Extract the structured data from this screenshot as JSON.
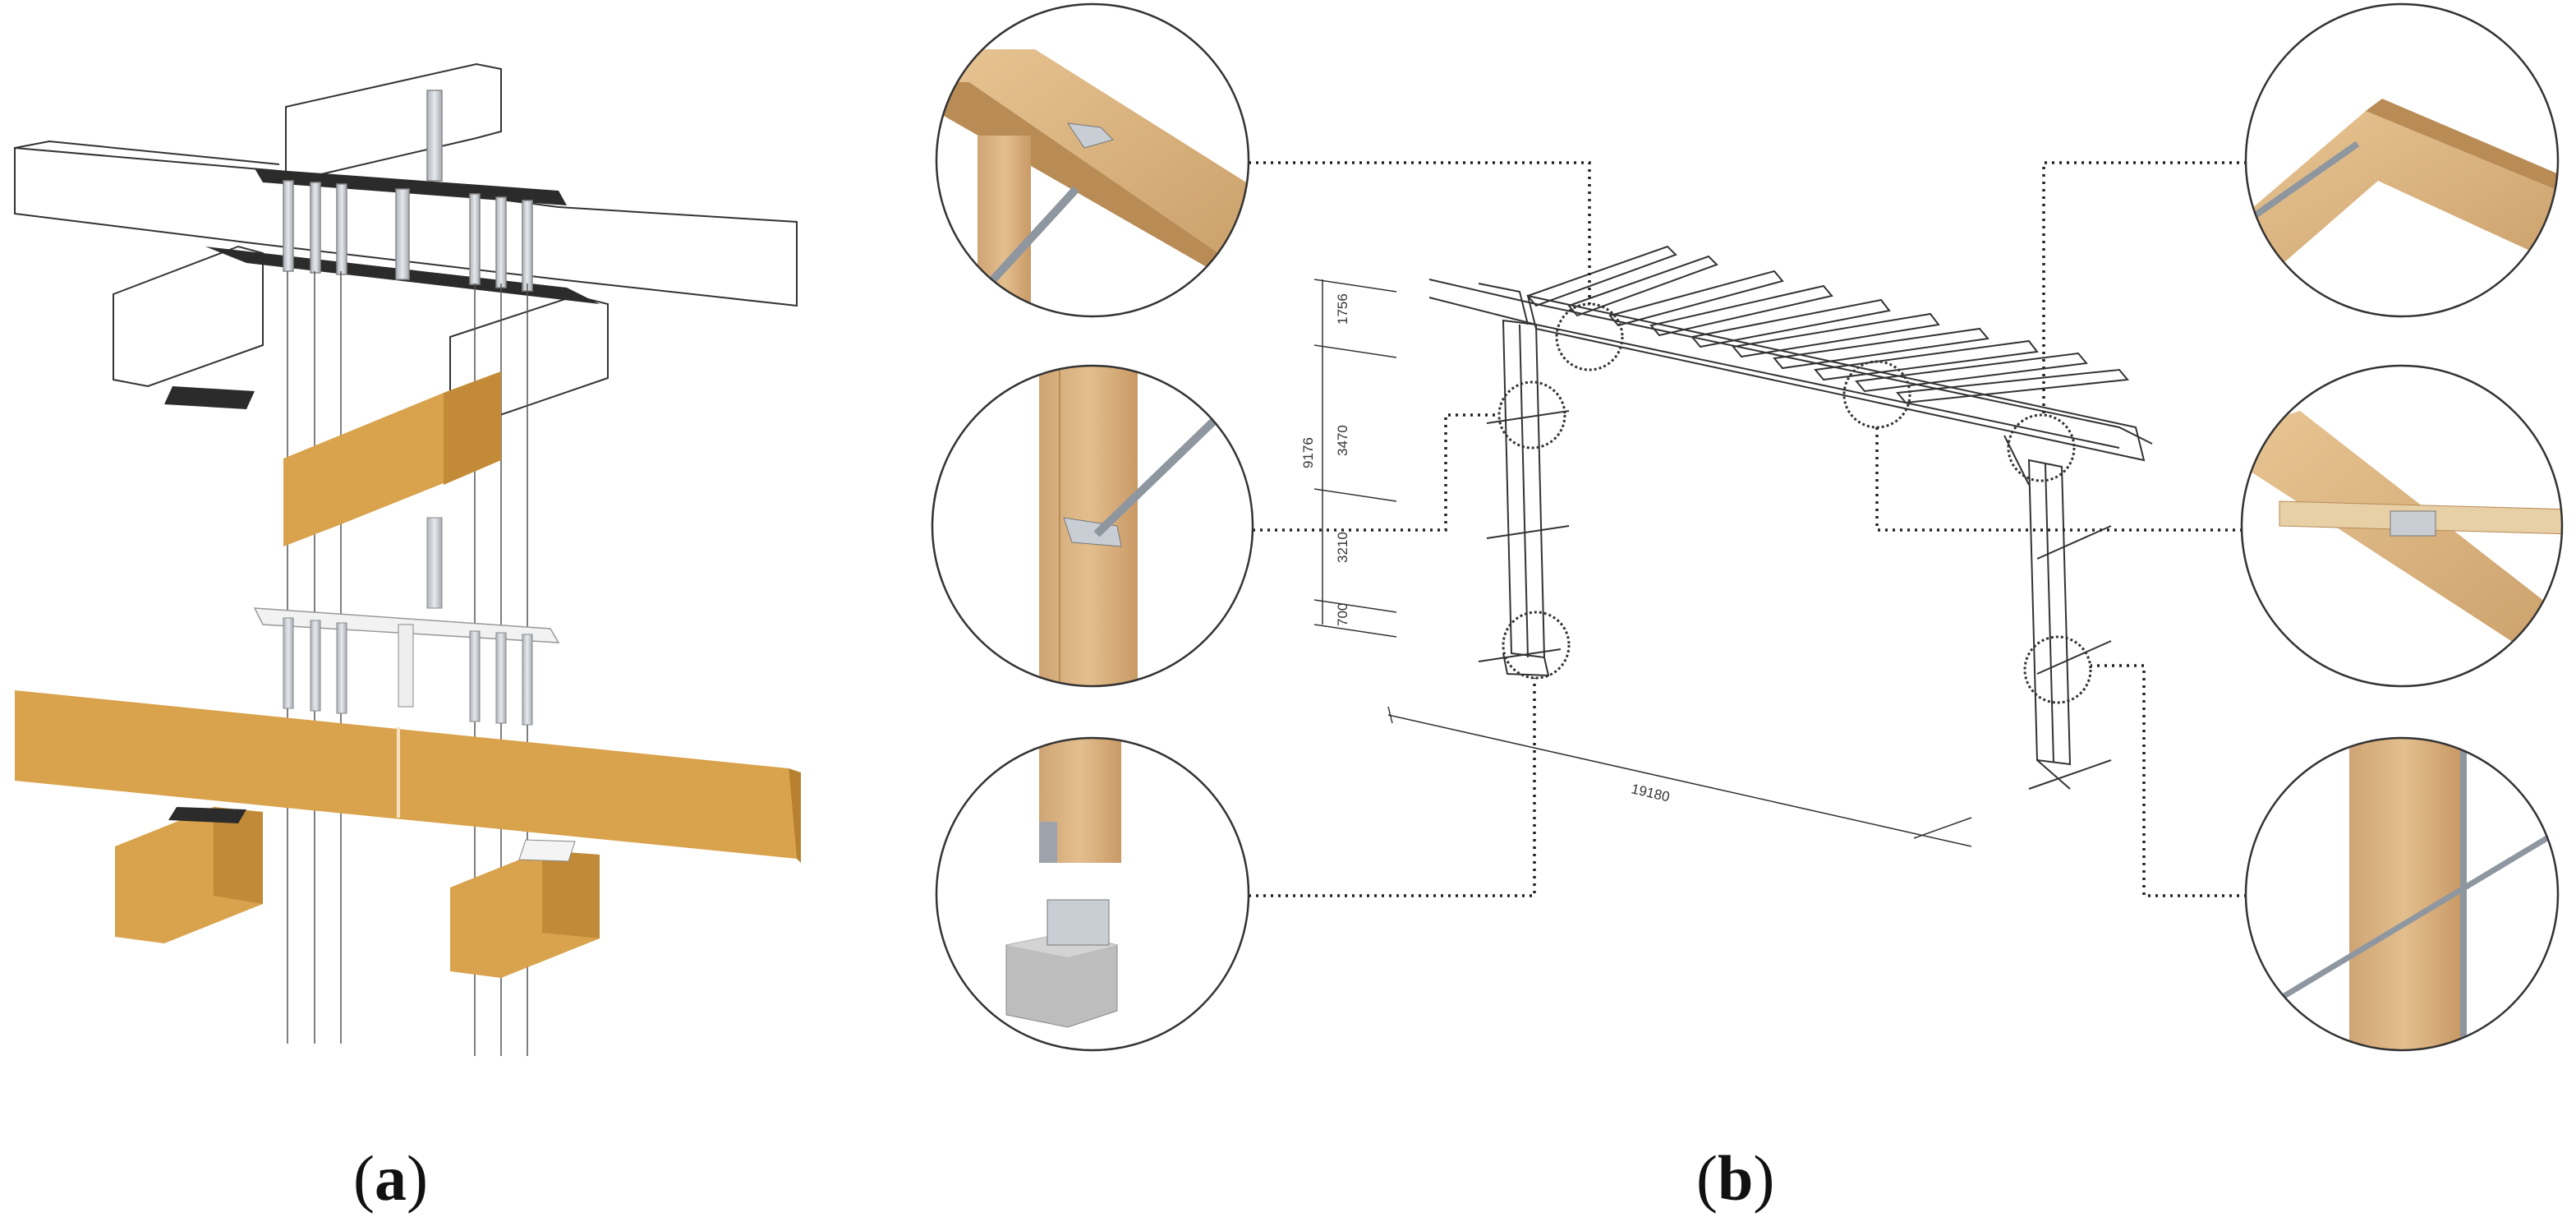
{
  "captions": {
    "a": "a",
    "b": "b"
  },
  "dimensions": {
    "d1": "1756",
    "d2": "3470",
    "total": "9176",
    "d3": "3210",
    "d4": "700",
    "span": "19180"
  },
  "colors": {
    "timber": "#D9A24C",
    "timber_dark": "#B7812F",
    "glulam": "#D9B88A",
    "steel": "#CDD2D8",
    "plate": "#2B2B2B",
    "concrete": "#B9B9B9"
  }
}
